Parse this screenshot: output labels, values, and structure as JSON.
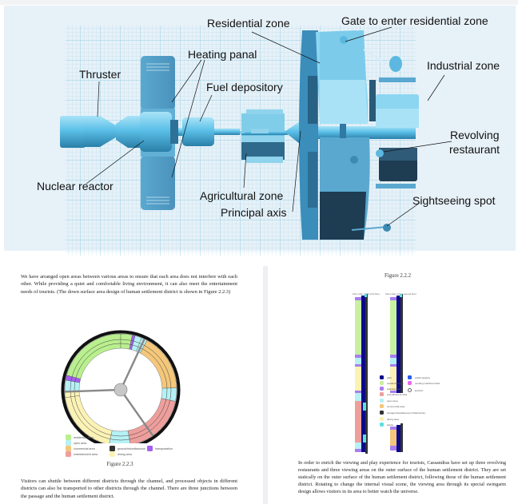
{
  "top_figure": {
    "labels": {
      "residential_zone": "Residential zone",
      "gate": "Gate to enter residential zone",
      "heating_panal": "Heating panal",
      "thruster": "Thruster",
      "fuel_depository": "Fuel depository",
      "industrial_zone": "Industrial zone",
      "revolving_restaurant_line1": "Revolving",
      "revolving_restaurant_line2": "restaurant",
      "nuclear_reactor": "Nuclear reactor",
      "agricultural_zone": "Agricultural zone",
      "principal_axis": "Principal axis",
      "sightseeing_spot": "Sightseeing spot"
    }
  },
  "left_page": {
    "paragraph1": "We have arranged open areas between various areas to ensure that each area does not interfere with each other. While providing a quiet and comfortable living environment, it can also meet the entertainment needs of tourists. (The down surface area design of human settlement district is shown in Figure 2.2.3)",
    "figure_caption": "Figure 2.2.3",
    "legend": [
      {
        "label": "residential area",
        "color": "#b9ef8e"
      },
      {
        "label": "open area",
        "color": "#b5f1f5"
      },
      {
        "label": "commercial area",
        "color": "#f4c77a"
      },
      {
        "label": "entertainment area",
        "color": "#ee9f9c"
      },
      {
        "label": "ground/miscellaneous",
        "color": "#333333"
      },
      {
        "label": "transportation",
        "color": "#a45ef0"
      },
      {
        "label": "dining area",
        "color": "#fbf2b5"
      }
    ],
    "paragraph2": "Visitors can shuttle between different districts through the channel, and processed objects in different districts can also be transported to other districts through the channel. There are three junctions between the passage and the human settlement district."
  },
  "right_page": {
    "figure_caption": "Figure 2.2.2",
    "plan_titles": [
      "Floor plan of the first floor",
      "Floor plan of the second floor"
    ],
    "legend": [
      {
        "label": "path",
        "color": "#0a0a8a"
      },
      {
        "label": "residential area",
        "color": "#c8f0a0"
      },
      {
        "label": "stair/elevator",
        "color": "#a87ef0"
      },
      {
        "label": "entertainment area",
        "color": "#ee9f9c"
      },
      {
        "label": "open area",
        "color": "#b5f1f5"
      },
      {
        "label": "commercial area",
        "color": "#f4c77a"
      },
      {
        "label": "storage/miscellaneous infrastructure",
        "color": "#333333"
      },
      {
        "label": "dining area",
        "color": "#fbf2b5"
      },
      {
        "label": "plants",
        "color": "#5ee0e0"
      },
      {
        "label": "public lavatory",
        "color": "#2a5cf0"
      },
      {
        "label": "vending machine/ kiosk",
        "color": "#ee66ee"
      },
      {
        "label": "junction",
        "color": "#666666"
      }
    ],
    "paragraph": "In order to enrich the viewing and play experience for tourists, Cassandras have set up three revolving restaurants and three viewing areas on the outer surface of the human settlement district. They are set statically on the outer surface of the human settlement district, following those of the human settlement district. Rotating to change the internal visual scene, the viewing area through its special swingarm design allows visitors in its area to better watch the universe."
  }
}
